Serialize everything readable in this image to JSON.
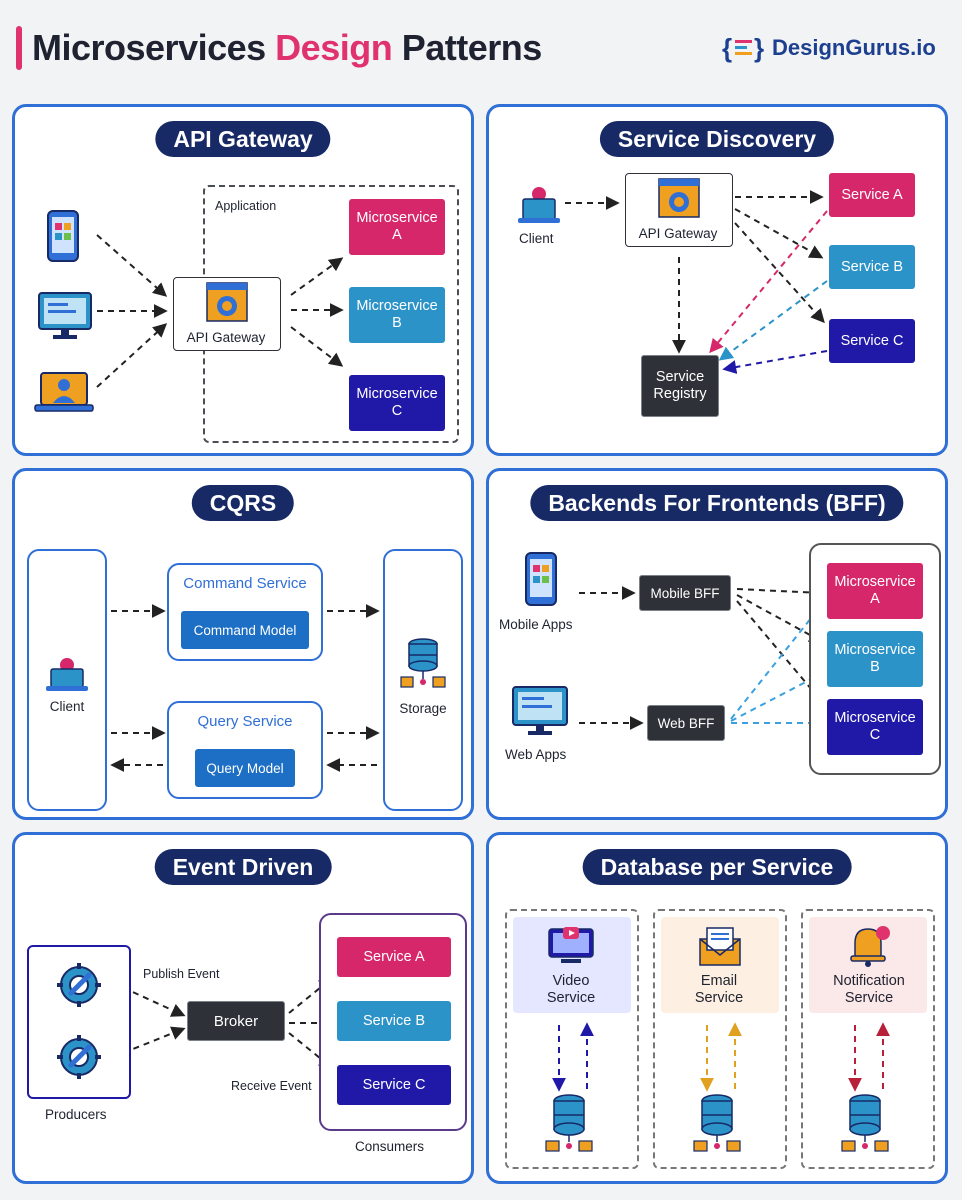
{
  "header": {
    "title_main": "Microservices",
    "title_accent": "Design",
    "title_end": "Patterns",
    "brand": "DesignGurus.io"
  },
  "colors": {
    "accent": "#e0336e",
    "panel_border": "#2f6fd6",
    "pill": "#172a66",
    "pink": "#d6276a",
    "teal": "#2c93c8",
    "navy": "#2019a8",
    "dark": "#2e3138"
  },
  "api_gateway": {
    "title": "API Gateway",
    "application_label": "Application",
    "gateway_label": "API Gateway",
    "services": [
      "Microservice A",
      "Microservice B",
      "Microservice C"
    ],
    "clients": [
      "mobile-phone-icon",
      "desktop-monitor-icon",
      "laptop-user-icon"
    ]
  },
  "service_discovery": {
    "title": "Service Discovery",
    "client_label": "Client",
    "gateway_label": "API Gateway",
    "registry_label": "Service Registry",
    "services": [
      "Service A",
      "Service B",
      "Service C"
    ]
  },
  "cqrs": {
    "title": "CQRS",
    "client_label": "Client",
    "storage_label": "Storage",
    "command_service": "Command Service",
    "command_model": "Command Model",
    "query_service": "Query Service",
    "query_model": "Query Model"
  },
  "bff": {
    "title": "Backends For Frontends (BFF)",
    "mobile_label": "Mobile Apps",
    "web_label": "Web Apps",
    "mobile_bff": "Mobile BFF",
    "web_bff": "Web BFF",
    "services": [
      "Microservice A",
      "Microservice B",
      "Microservice C"
    ]
  },
  "event_driven": {
    "title": "Event Driven",
    "publish_label": "Publish Event",
    "receive_label": "Receive Event",
    "broker_label": "Broker",
    "producers_label": "Producers",
    "consumers_label": "Consumers",
    "services": [
      "Service A",
      "Service B",
      "Service C"
    ]
  },
  "database_per_service": {
    "title": "Database per Service",
    "services": [
      "Video Service",
      "Email Service",
      "Notification Service"
    ]
  }
}
